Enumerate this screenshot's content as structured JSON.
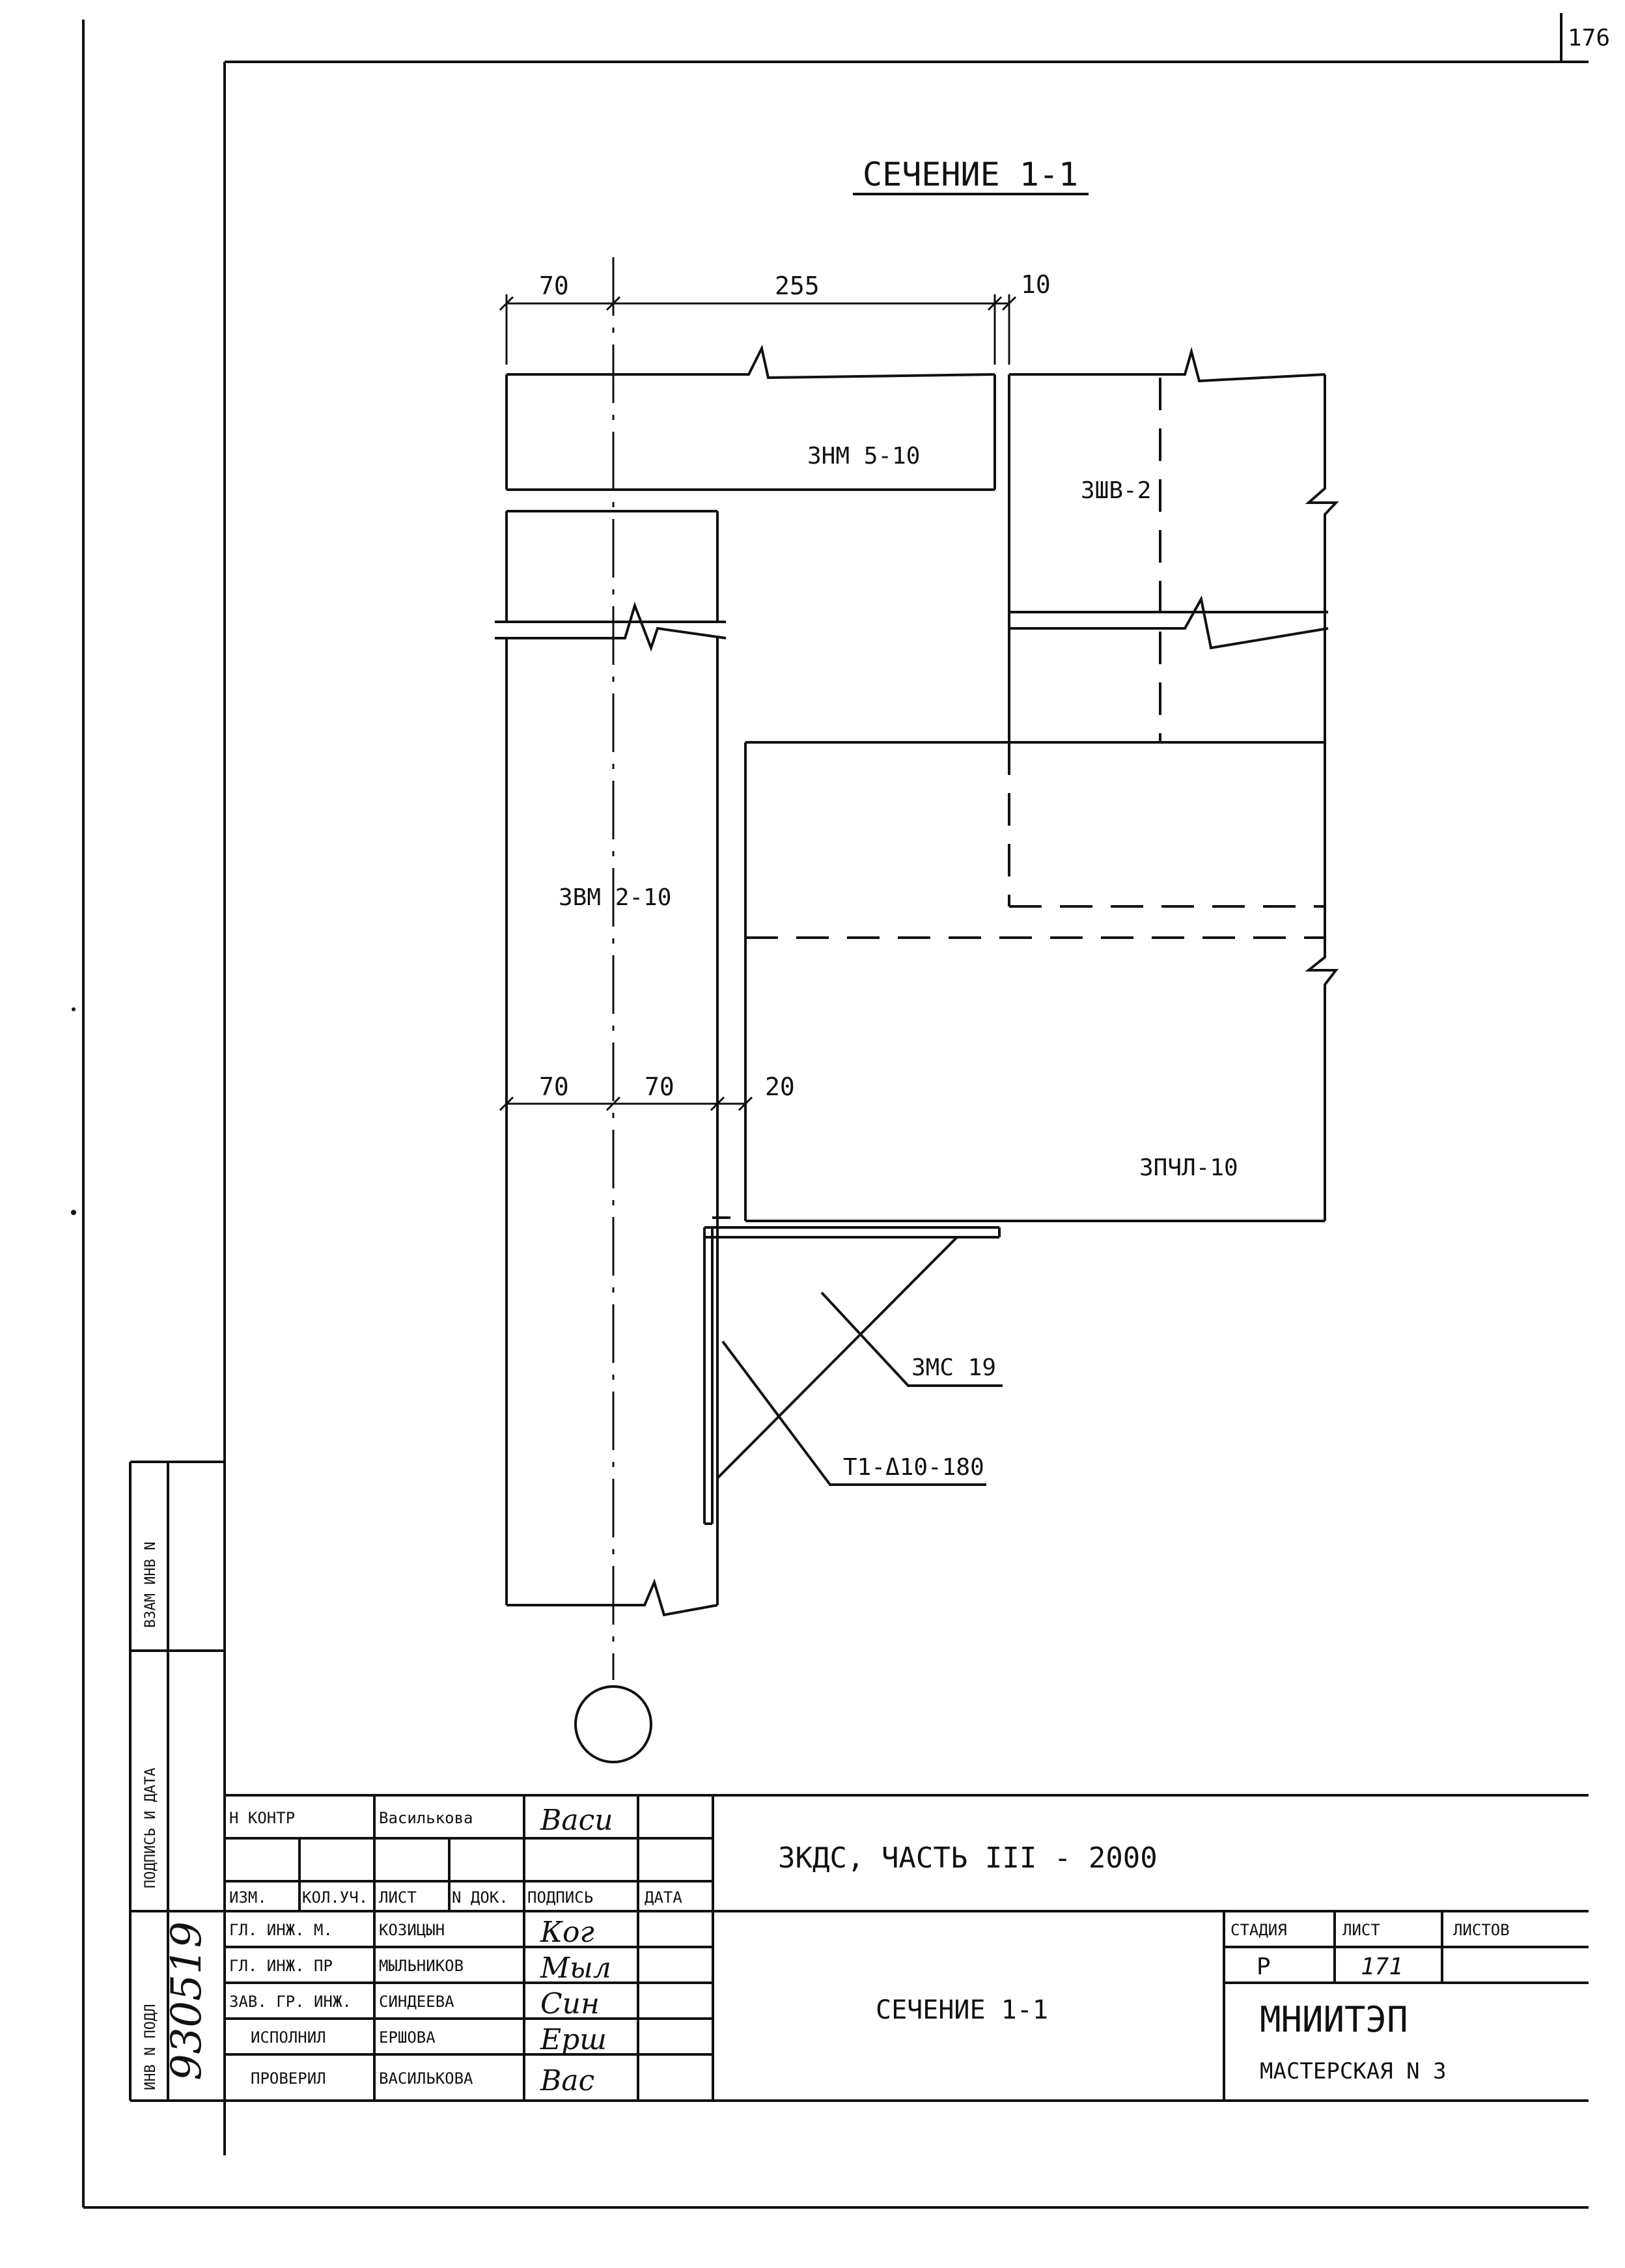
{
  "sheet_corner": "176",
  "drawing": {
    "title": "СЕЧЕНИЕ 1-1",
    "dims": {
      "top_left": "70",
      "top_mid": "255",
      "top_right": "10",
      "lower_a": "70",
      "lower_b": "70",
      "lower_c": "20"
    },
    "labels": {
      "znm": "ЗНМ 5-10",
      "zshv": "ЗШВ-2",
      "zvm": "ЗВМ 2-10",
      "zpchl": "ЗПЧЛ-10",
      "zms": "ЗМС 19",
      "t1": "Т1-Δ10-180"
    }
  },
  "side_stamp": {
    "vzam": "ВЗАМ ИНВ N",
    "podpis_data": "ПОДПИСЬ И ДАТА",
    "inv_podl": "ИНВ N ПОДЛ",
    "inv_number": "930519"
  },
  "title_block": {
    "n_kontr_role": "Н КОНТР",
    "n_kontr_name": "Василькова",
    "n_kontr_sig": "Васи",
    "headers": [
      "ИЗМ.",
      "КОЛ.УЧ.",
      "ЛИСТ",
      "N ДОК.",
      "ПОДПИСЬ",
      "ДАТА"
    ],
    "people": [
      {
        "role": "ГЛ. ИНЖ. М.",
        "name": "КОЗИЦЫН",
        "sig": "Ког"
      },
      {
        "role": "ГЛ. ИНЖ. ПР",
        "name": "МЫЛЬНИКОВ",
        "sig": "Мыл"
      },
      {
        "role": "ЗАВ. ГР. ИНЖ.",
        "name": "СИНДЕЕВА",
        "sig": "Син"
      },
      {
        "role": "ИСПОЛНИЛ",
        "name": "ЕРШОВА",
        "sig": "Ерш"
      },
      {
        "role": "ПРОВЕРИЛ",
        "name": "ВАСИЛЬКОВА",
        "sig": "Вас"
      }
    ],
    "project": "ЗКДС, ЧАСТЬ III - 2000",
    "sheet_title": "СЕЧЕНИЕ 1-1",
    "stage_label": "СТАДИЯ",
    "sheet_label": "ЛИСТ",
    "sheets_label": "ЛИСТОВ",
    "stage_value": "Р",
    "sheet_value": "171",
    "sheets_value": "",
    "org_name": "МНИИТЭП",
    "org_workshop": "МАСТЕРСКАЯ N 3"
  }
}
